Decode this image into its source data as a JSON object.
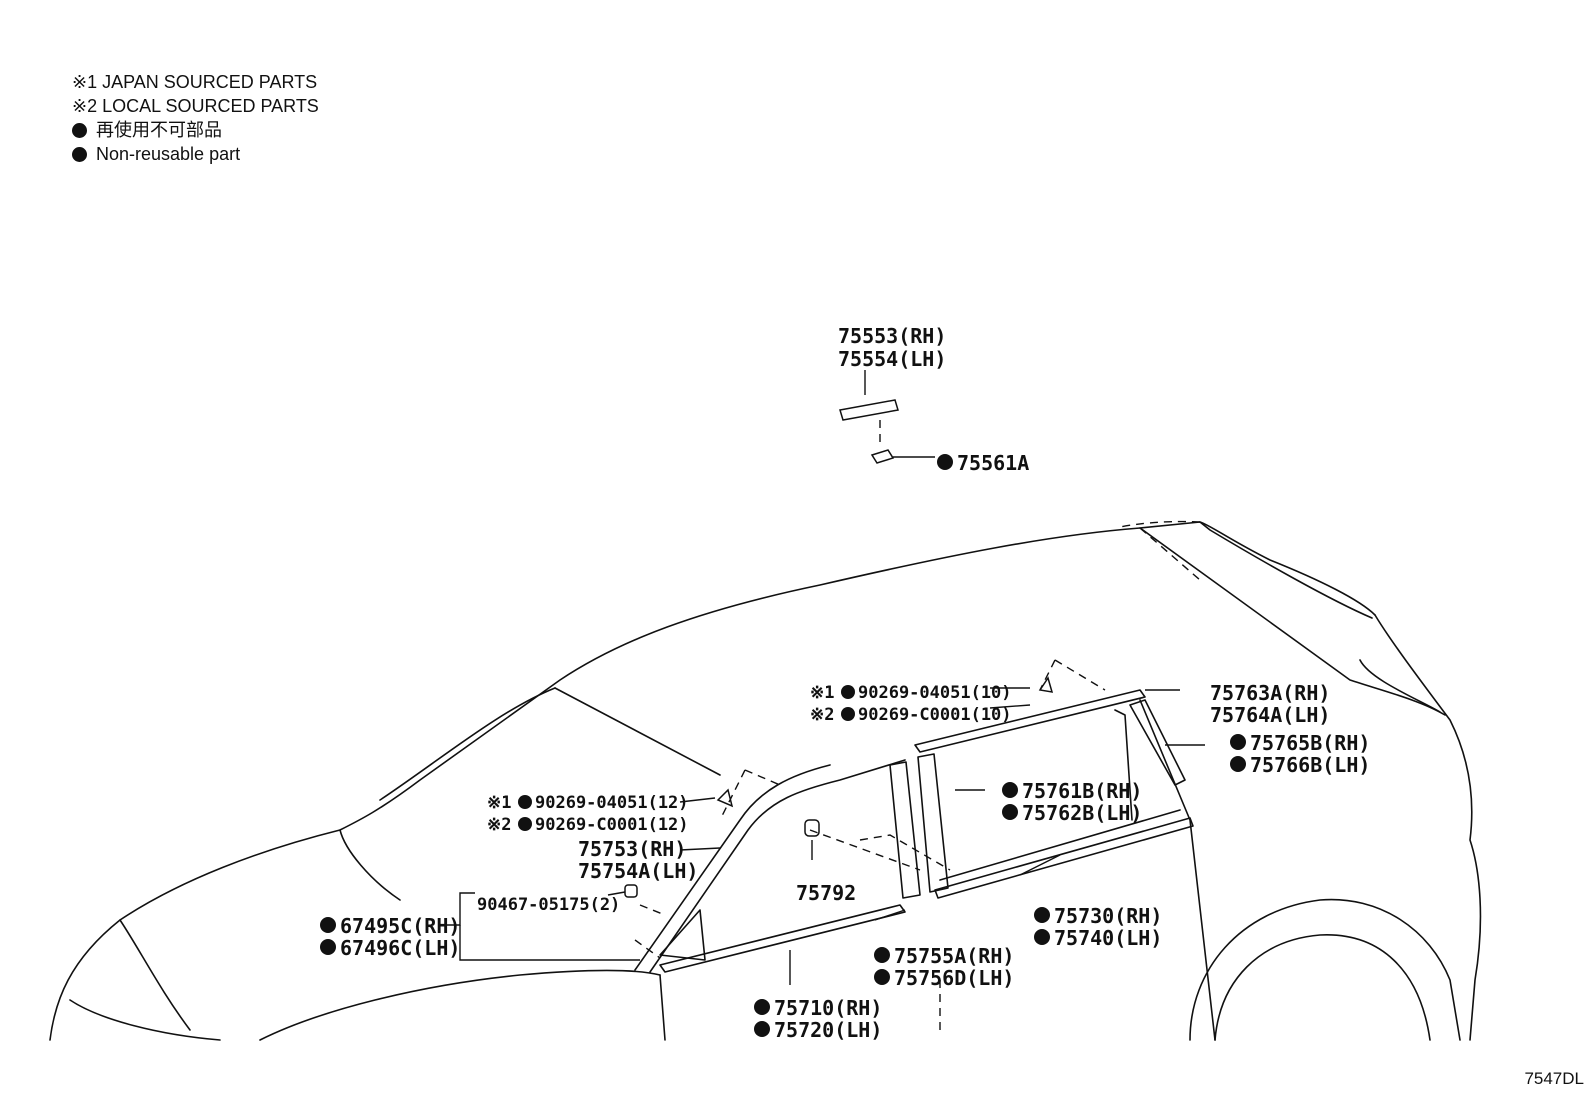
{
  "legend": {
    "japan_sourced": "※1 JAPAN SOURCED PARTS",
    "local_sourced": "※2 LOCAL SOURCED PARTS",
    "non_reusable_jp": "再使用不可部品",
    "non_reusable_en": "Non-reusable part"
  },
  "diagram_code": "7547DL",
  "labels": {
    "p75553": "75553(RH)",
    "p75554": "75554(LH)",
    "p75561a": "75561A",
    "p90269_04051_10": "90269-04051(10)",
    "p90269_c0001_10": "90269-C0001(10)",
    "p75763a": "75763A(RH)",
    "p75764a": "75764A(LH)",
    "p75765b": "75765B(RH)",
    "p75766b": "75766B(LH)",
    "p90269_04051_12": "90269-04051(12)",
    "p90269_c0001_12": "90269-C0001(12)",
    "p75761b": "75761B(RH)",
    "p75762b": "75762B(LH)",
    "p75753": "75753(RH)",
    "p75754a": "75754A(LH)",
    "p75792": "75792",
    "p90467": "90467-05175(2)",
    "p67495c": "67495C(RH)",
    "p67496c": "67496C(LH)",
    "p75730": "75730(RH)",
    "p75740": "75740(LH)",
    "p75755a": "75755A(RH)",
    "p75756d": "75756D(LH)",
    "p75710": "75710(RH)",
    "p75720": "75720(LH)"
  },
  "markers": {
    "japan": "※1",
    "local": "※2"
  }
}
